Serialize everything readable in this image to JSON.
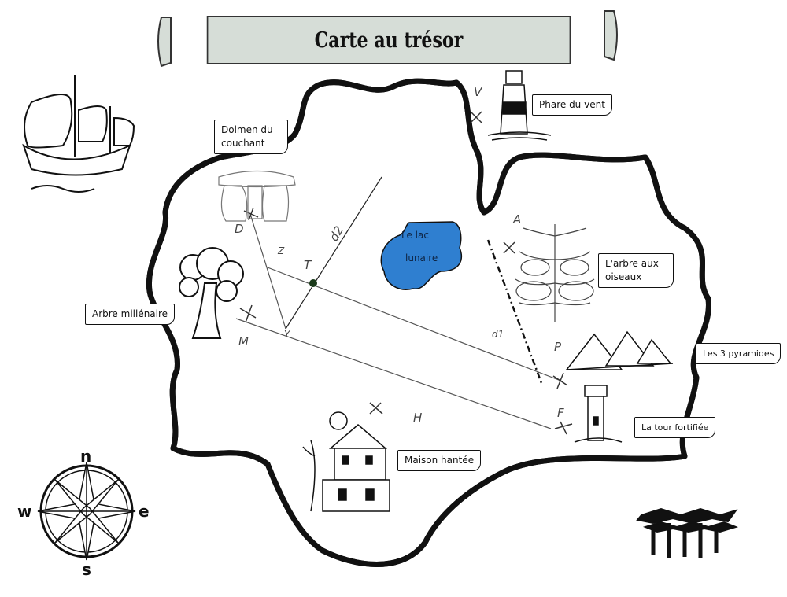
{
  "title": "Carte au trésor",
  "places": {
    "dolmen": "Dolmen du couchant",
    "lighthouse": "Phare du vent",
    "bird_tree": "L'arbre aux oiseaux",
    "pyramids": "Les 3 pyramides",
    "tower": "La tour fortifiée",
    "haunted_house": "Maison hantée",
    "old_tree": "Arbre millénaire",
    "lake_line1": "Le lac",
    "lake_line2": "lunaire"
  },
  "points": {
    "D": "D",
    "Z": "Z",
    "T": "T",
    "Y": "Y",
    "M": "M",
    "A": "A",
    "P": "P",
    "F": "F",
    "H": "H",
    "V": "V",
    "d1": "d1",
    "d2": "d2"
  },
  "compass": {
    "n": "n",
    "s": "s",
    "e": "e",
    "w": "w"
  },
  "colors": {
    "lake": "#2f7fd0",
    "banner": "#d6ddd7"
  }
}
